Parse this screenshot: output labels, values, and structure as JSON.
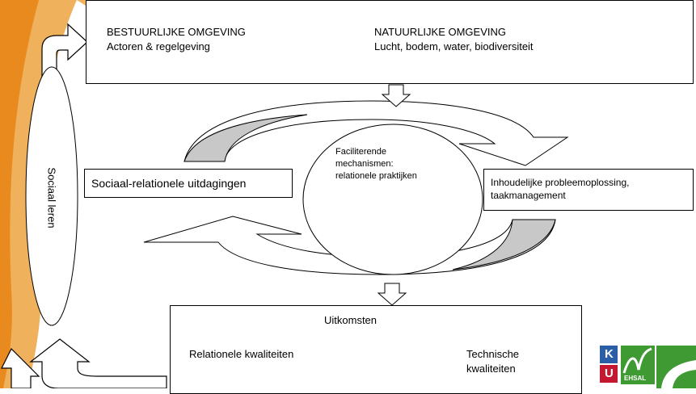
{
  "colors": {
    "left_band_outer": "#f0b15c",
    "left_band_inner": "#e98a1f",
    "arrow_fill": "#c8c8c8",
    "logo_green": "#3f9a34",
    "logo_blue": "#2a5fa8",
    "logo_red": "#c3182f"
  },
  "top_box": {
    "left_heading": "BESTUURLIJKE OMGEVING",
    "left_sub": "Actoren & regelgeving",
    "right_heading": "NATUURLIJKE OMGEVING",
    "right_sub": "Lucht, bodem, water, biodiversiteit"
  },
  "left_box": {
    "label": "Sociaal-relationele uitdagingen"
  },
  "center_ellipse": {
    "line1": "Faciliterende",
    "line2": "mechanismen:",
    "line3": "relationele praktijken"
  },
  "right_box": {
    "line1": "Inhoudelijke probleemoplossing,",
    "line2": "taakmanagement"
  },
  "side_label": "Sociaal leren",
  "bottom_box": {
    "title": "Uitkomsten",
    "left_item": "Relationele kwaliteiten",
    "right_line1": "Technische",
    "right_line2": "kwaliteiten"
  },
  "logos": {
    "ku_letter_top": "K",
    "ku_letter_bottom": "U",
    "ehsal_text": "EHSAL",
    "icon_names": [
      "ku-logo-icon",
      "ehsal-logo-icon",
      "green-swoosh-logo-icon"
    ]
  }
}
